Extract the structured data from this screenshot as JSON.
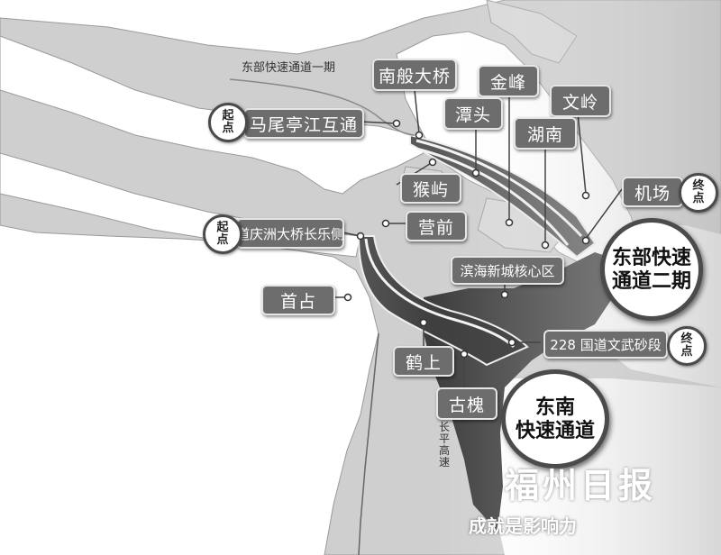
{
  "map": {
    "road_first_phase": "东部快速通道一期",
    "highway_label": "长平高速"
  },
  "places": {
    "nanban_bridge": "南般大桥",
    "jinfeng": "金峰",
    "tantou": "潭头",
    "wenling": "文岭",
    "hunan": "湖南",
    "mawei_interchange": "马尾亭江互通",
    "houyu": "猴屿",
    "airport": "机场",
    "yingqian": "营前",
    "daoqingzhou_bridge": "道庆洲大桥长乐侧",
    "binhai_core": "滨海新城核心区",
    "shouzhan": "首占",
    "national_road_228": "228 国道文武砂段",
    "heshang": "鹤上",
    "guhuai": "古槐"
  },
  "markers": {
    "start_line1": "起",
    "start_line2": "点",
    "end_line1": "终",
    "end_line2": "点"
  },
  "routes": {
    "east_phase2_line1": "东部快速",
    "east_phase2_line2": "通道二期",
    "southeast_line1": "东南",
    "southeast_line2": "快速通道"
  },
  "watermark": {
    "logo": "福州日报",
    "slogan": "成就是影响力"
  },
  "colors": {
    "land": "#d0d0d0",
    "water": "#ffffff",
    "route_dark": "#3b3b3b",
    "label_bg": "#6d6d6d"
  }
}
